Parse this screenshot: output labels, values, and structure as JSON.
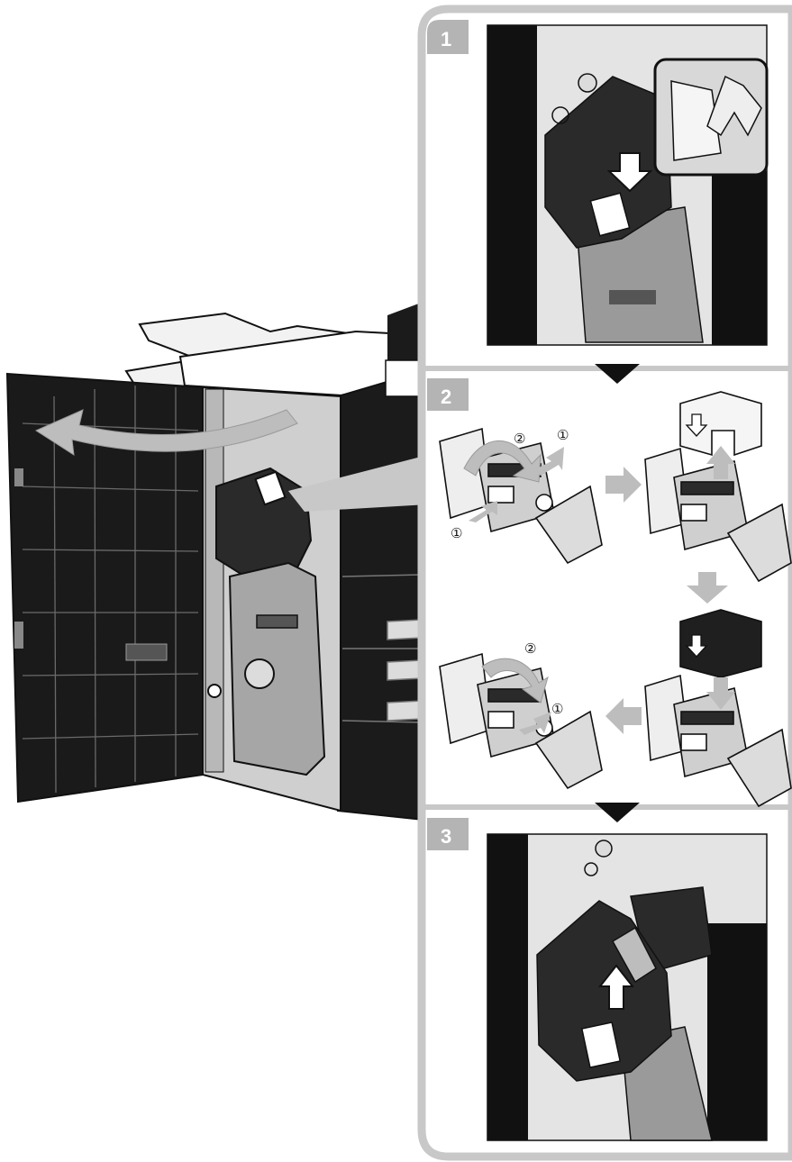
{
  "steps": [
    {
      "label": "1"
    },
    {
      "label": "2"
    },
    {
      "label": "3"
    }
  ],
  "callouts": {
    "one": "①",
    "two": "②"
  },
  "colors": {
    "frame": "#c8c8c8",
    "tab": "#b4b4b4",
    "arrow": "#bdbdbd",
    "dark": "#2e2e2e",
    "panel_bg": "#e4e4e4",
    "black": "#111111"
  }
}
